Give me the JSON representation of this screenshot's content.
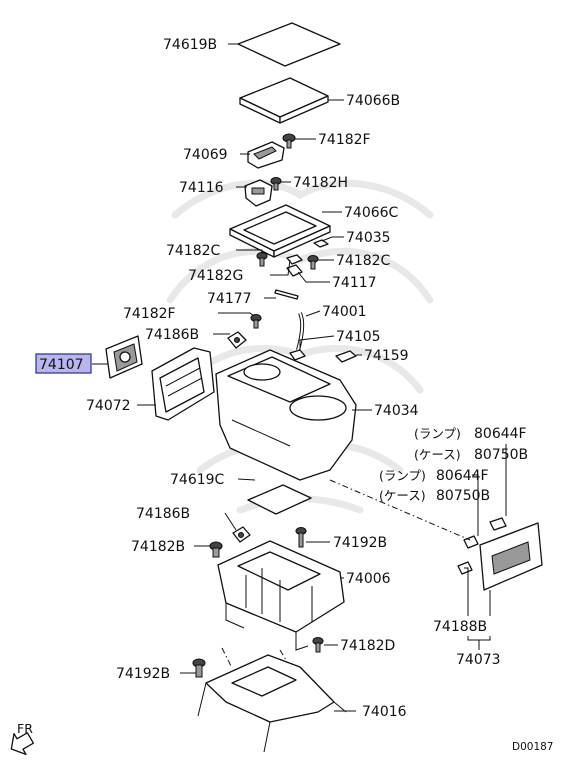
{
  "diagram": {
    "code": "D00187",
    "direction_label": "FR",
    "highlighted_part": "74107",
    "parts": [
      "74619B",
      "74066B",
      "74182F",
      "74069",
      "74116",
      "74182H",
      "74066C",
      "74035",
      "74182C",
      "74182C",
      "74182G",
      "74117",
      "74177",
      "74001",
      "74182F",
      "74186B",
      "74105",
      "74159",
      "74107",
      "74072",
      "74034",
      "80644F",
      "80750B",
      "80644F",
      "80750B",
      "74619C",
      "74186B",
      "74182B",
      "74192B",
      "74006",
      "74188B",
      "74073",
      "74182D",
      "74192B",
      "74016"
    ],
    "callout_prefixes": {
      "lamp": "(ランプ)",
      "case": "(ケース)"
    }
  }
}
